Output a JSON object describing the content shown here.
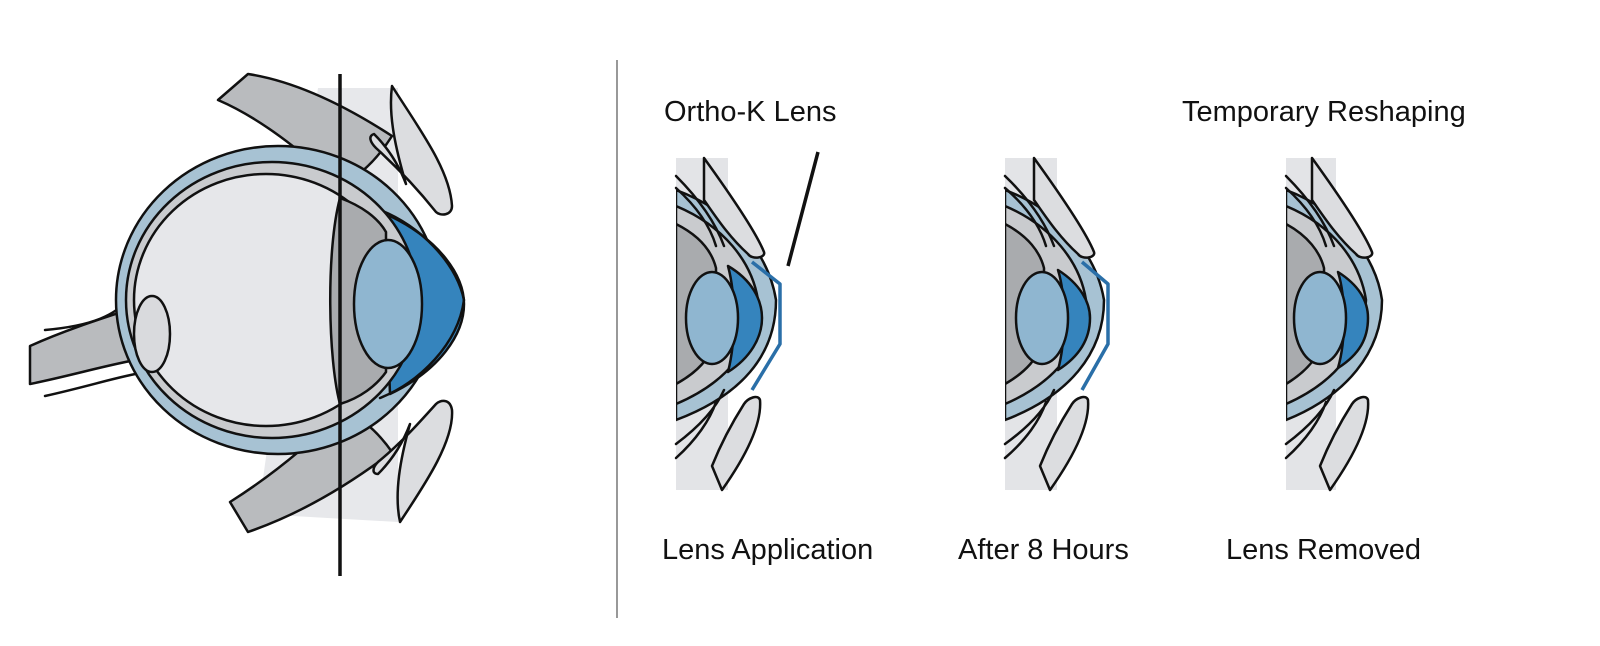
{
  "labels": {
    "ortho_k_lens": "Ortho-K Lens",
    "temporary_reshaping": "Temporary Reshaping",
    "lens_application": "Lens Application",
    "after_8_hours": "After 8 Hours",
    "lens_removed": "Lens Removed"
  },
  "colors": {
    "sclera": "#a7c2d3",
    "cornea": "#3584bd",
    "lens": "#8fb6d0",
    "lens_shell": "#c7c9cc",
    "vitreous": "#e6e7ea",
    "choroid": "#c9cbce",
    "iris_body": "#a9abae",
    "eyelid": "#dcdde0",
    "eyelid_dark": "#b9bbbe",
    "ortho_k_lens": "#2a6fa8",
    "outline": "#111111"
  },
  "icons": [
    "eye-cross-section",
    "cornea-panel"
  ]
}
